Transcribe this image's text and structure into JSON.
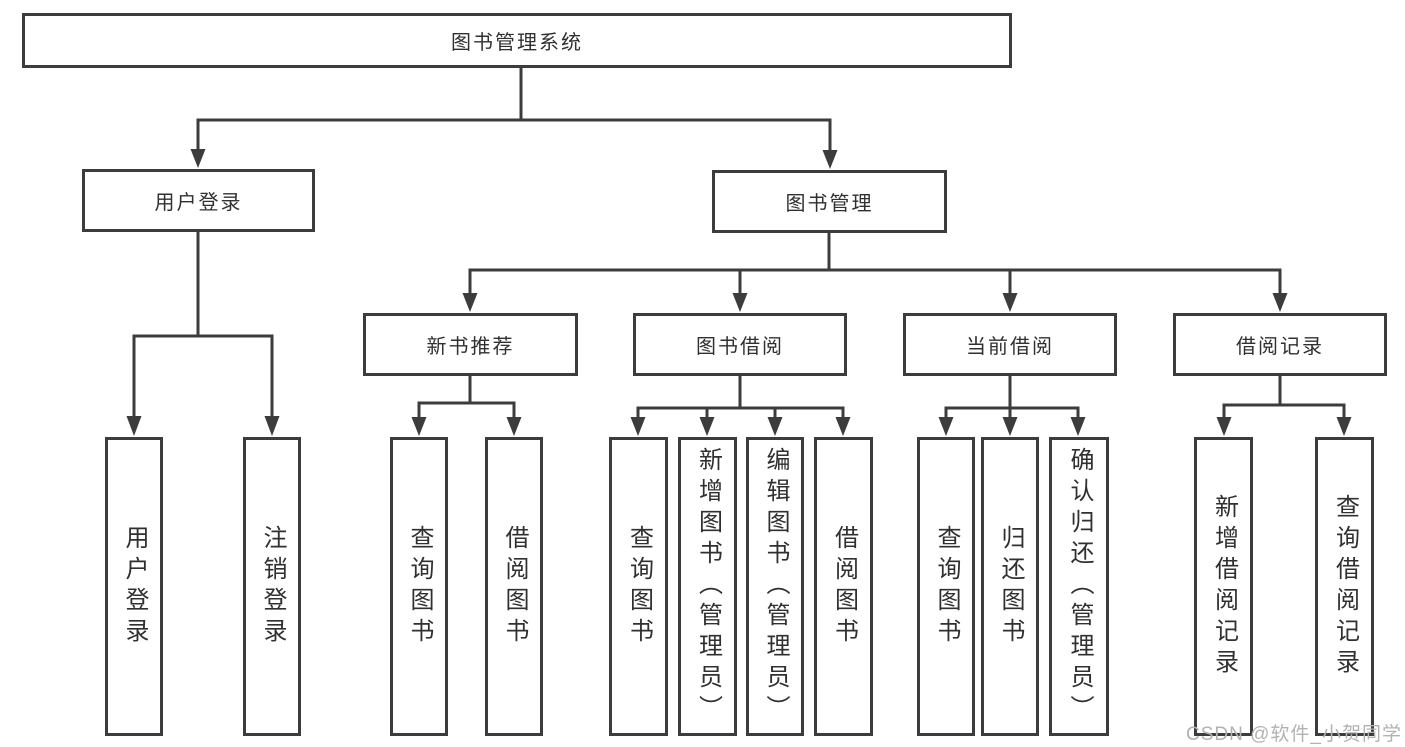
{
  "diagram": {
    "type": "tree",
    "title": "图书管理系统",
    "watermark": "CSDN @软件_小贺同学",
    "colors": {
      "line": "#3c3c3c",
      "box_border": "#3c3c3c",
      "text": "#303030",
      "watermark": "#b2b2b2",
      "background": "#ffffff"
    }
  },
  "nodes": {
    "root": {
      "label": "图书管理系统"
    },
    "level2": [
      {
        "id": "user-login",
        "label": "用户登录"
      },
      {
        "id": "book-management",
        "label": "图书管理"
      }
    ],
    "level3": [
      {
        "id": "new-book-recommend",
        "label": "新书推荐",
        "parent": "图书管理"
      },
      {
        "id": "book-borrow",
        "label": "图书借阅",
        "parent": "图书管理"
      },
      {
        "id": "current-borrow",
        "label": "当前借阅",
        "parent": "图书管理"
      },
      {
        "id": "borrow-records",
        "label": "借阅记录",
        "parent": "图书管理"
      }
    ],
    "leaves": [
      {
        "id": "leaf-user-login",
        "label": "用户登录",
        "parent": "用户登录"
      },
      {
        "id": "leaf-logout",
        "label": "注销登录",
        "parent": "用户登录"
      },
      {
        "id": "leaf-query-books-recommend",
        "label": "查询图书",
        "parent": "新书推荐"
      },
      {
        "id": "leaf-borrow-books-recommend",
        "label": "借阅图书",
        "parent": "新书推荐"
      },
      {
        "id": "leaf-query-books-borrow",
        "label": "查询图书",
        "parent": "图书借阅"
      },
      {
        "id": "leaf-add-books-admin",
        "label": "新增图书（管理员）",
        "parent": "图书借阅"
      },
      {
        "id": "leaf-edit-books-admin",
        "label": "编辑图书（管理员）",
        "parent": "图书借阅"
      },
      {
        "id": "leaf-borrow-books",
        "label": "借阅图书",
        "parent": "图书借阅"
      },
      {
        "id": "leaf-query-books-current",
        "label": "查询图书",
        "parent": "当前借阅"
      },
      {
        "id": "leaf-return-books",
        "label": "归还图书",
        "parent": "当前借阅"
      },
      {
        "id": "leaf-confirm-return-admin",
        "label": "确认归还（管理员）",
        "parent": "当前借阅"
      },
      {
        "id": "leaf-add-borrow-record",
        "label": "新增借阅记录",
        "parent": "借阅记录"
      },
      {
        "id": "leaf-query-borrow-record",
        "label": "查询借阅记录",
        "parent": "借阅记录"
      }
    ]
  }
}
